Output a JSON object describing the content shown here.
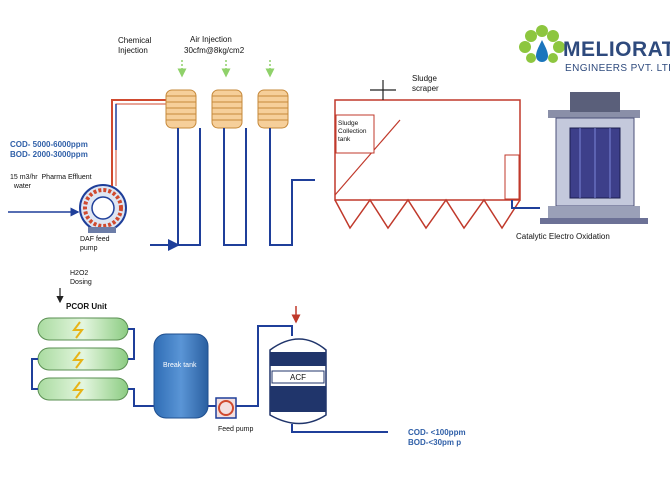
{
  "logo": {
    "name": "MELIORATE",
    "subtitle": "ENGINEERS PVT. LTD.",
    "colors": {
      "leaf_green": "#8dc63f",
      "drop_blue": "#1b75bc",
      "text": "#2e4a7d"
    }
  },
  "top_process": {
    "chemical_injection": "Chemical\nInjection",
    "air_injection_title": "Air Injection",
    "air_injection_rate": "30cfm@8kg/cm2",
    "sludge_scraper": "Sludge\nscraper",
    "sludge_collection_tank": "Sludge\nCollection\ntank",
    "inlet_cod": "COD- 5000-6000ppm",
    "inlet_bod": "BOD- 2000-3000ppm",
    "inlet_flow": "15 m3/hr  Pharma Effluent\n  water",
    "daf_feed_pump": "DAF feed\npump",
    "catalytic_electro_oxidation": "Catalytic Electro Oxidation"
  },
  "bottom_process": {
    "h2o2_dosing": "H2O2\nDosing",
    "pcor_unit": "PCOR Unit",
    "break_tank": "Break tank",
    "feed_pump": "Feed pump",
    "acf": "ACF",
    "outlet_cod": "COD- <100ppm",
    "outlet_bod": "BOD-<30pm   p"
  },
  "colors": {
    "pipe_blue": "#1f3f9a",
    "pipe_red": "#d04a2f",
    "accent_blue_text": "#2f5fa8",
    "coil_fill": "#f6cf9a",
    "tank_blue": "#3f7fc4",
    "reactor_green": "#b9e3b0",
    "acf_navy": "#20356b",
    "air_arrow_green": "#8fd16a"
  }
}
